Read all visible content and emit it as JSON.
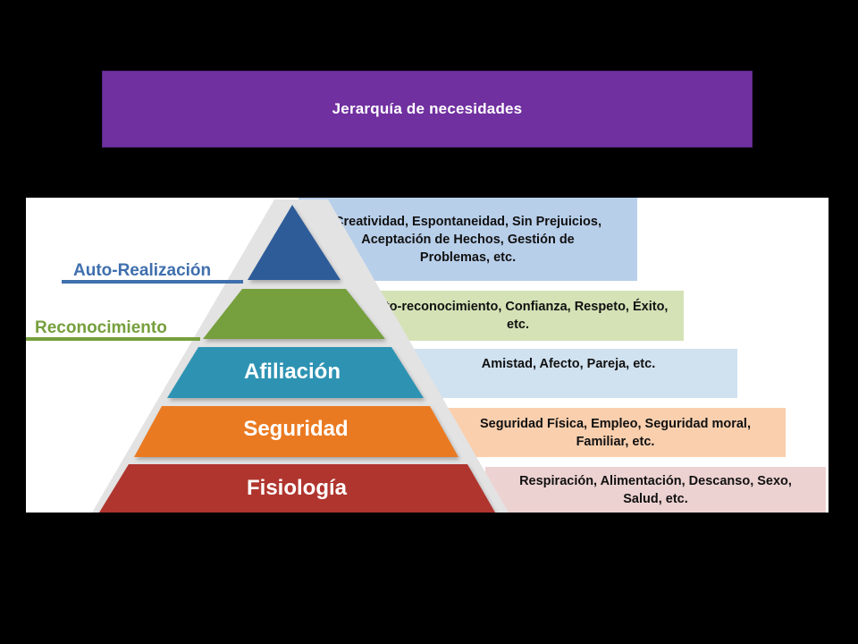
{
  "title": "Jerarquía de necesidades",
  "levels": [
    {
      "name": "",
      "description": "Creatividad, Espontaneidad, Sin Prejuicios, Aceptación de Hechos, Gestión de Problemas, etc.",
      "color": "#2e5c99",
      "desc_bg": "#b8cfea"
    },
    {
      "name": "",
      "description": "Auto-reconocimiento, Confianza, Respeto, Éxito, etc.",
      "color": "#769f3d",
      "desc_bg": "#d4e2b6"
    },
    {
      "name": "Afiliación",
      "description": "Amistad, Afecto, Pareja, etc.",
      "color": "#2f93b3",
      "desc_bg": "#d0e1ef"
    },
    {
      "name": "Seguridad",
      "description": "Seguridad Física, Empleo, Seguridad moral, Familiar, etc.",
      "color": "#ea7a23",
      "desc_bg": "#f9cfae"
    },
    {
      "name": "Fisiología",
      "description": "Respiración, Alimentación, Descanso, Sexo, Salud, etc.",
      "color": "#b0342f",
      "desc_bg": "#edd2d2"
    }
  ],
  "side_labels": {
    "auto_realizacion": {
      "text": "Auto-Realización",
      "color": "#3f6fad"
    },
    "reconocimiento": {
      "text": "Reconocimiento",
      "color": "#769f3d"
    }
  }
}
